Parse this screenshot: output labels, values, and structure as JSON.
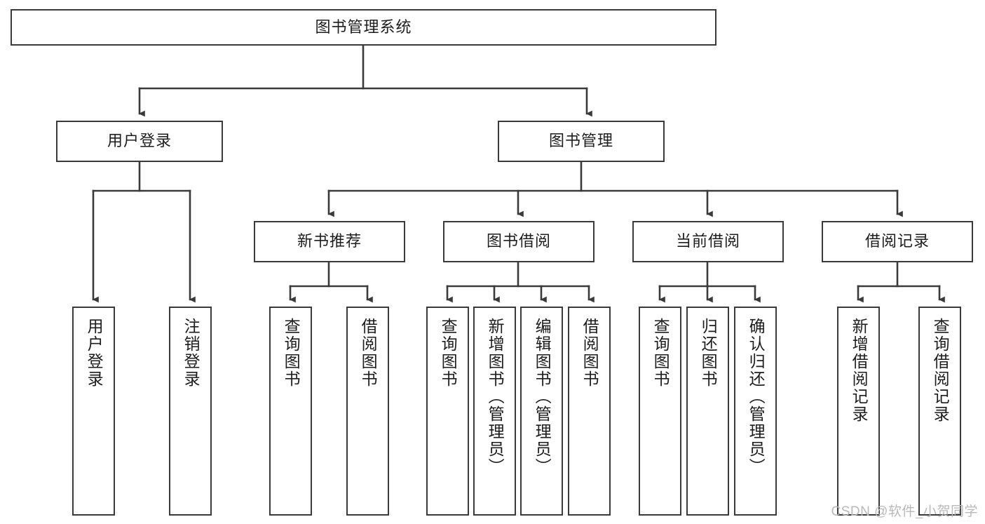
{
  "diagram": {
    "title": "图书管理系统",
    "type": "功能结构图",
    "watermark": "CSDN @软件_小贺同学",
    "colors": {
      "box_border": "#3a3a3a",
      "box_fill": "#ffffff",
      "connector": "#3a3a3a",
      "text": "#1d1d1d",
      "watermark": "#b9b9b9",
      "background": "#ffffff"
    },
    "levels": {
      "root": {
        "label": "图书管理系统"
      },
      "level2": [
        {
          "id": "user-login",
          "label": "用户登录"
        },
        {
          "id": "book-management",
          "label": "图书管理"
        }
      ],
      "level3": [
        {
          "id": "new-book-recommend",
          "label": "新书推荐",
          "parent": "book-management"
        },
        {
          "id": "book-borrow",
          "label": "图书借阅",
          "parent": "book-management"
        },
        {
          "id": "current-borrow",
          "label": "当前借阅",
          "parent": "book-management"
        },
        {
          "id": "borrow-record",
          "label": "借阅记录",
          "parent": "book-management"
        }
      ],
      "leaves": {
        "user-login": [
          {
            "id": "leaf-user-login",
            "label": "用户登录"
          },
          {
            "id": "leaf-user-logout",
            "label": "注销登录"
          }
        ],
        "new-book-recommend": [
          {
            "id": "leaf-query-book-1",
            "label": "查询图书"
          },
          {
            "id": "leaf-borrow-book-1",
            "label": "借阅图书"
          }
        ],
        "book-borrow": [
          {
            "id": "leaf-query-book-2",
            "label": "查询图书"
          },
          {
            "id": "leaf-add-book",
            "label": "新增图书（管理员）"
          },
          {
            "id": "leaf-edit-book",
            "label": "编辑图书（管理员）"
          },
          {
            "id": "leaf-borrow-book-2",
            "label": "借阅图书"
          }
        ],
        "current-borrow": [
          {
            "id": "leaf-query-book-3",
            "label": "查询图书"
          },
          {
            "id": "leaf-return-book",
            "label": "归还图书"
          },
          {
            "id": "leaf-confirm-return",
            "label": "确认归还（管理员）"
          }
        ],
        "borrow-record": [
          {
            "id": "leaf-add-record",
            "label": "新增借阅记录"
          },
          {
            "id": "leaf-query-record",
            "label": "查询借阅记录"
          }
        ]
      }
    }
  }
}
